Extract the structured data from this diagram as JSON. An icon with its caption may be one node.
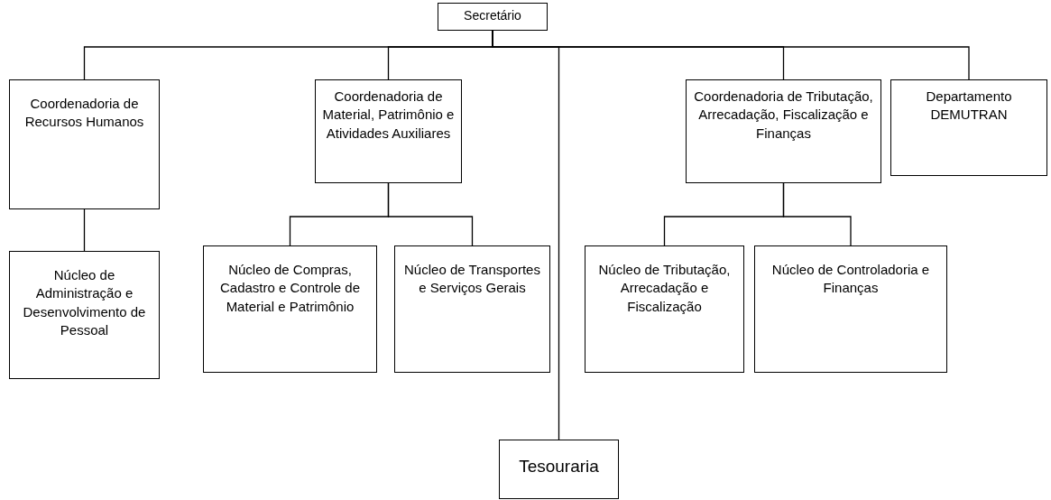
{
  "diagram": {
    "nodes": [
      {
        "text": [
          "Secretário"
        ]
      },
      {
        "text": [
          "Coordenadoria de Recursos Humanos"
        ]
      },
      {
        "text": [
          "Coordenadoria de Material, Patrimônio e Atividades Auxiliares"
        ]
      },
      {
        "text": [
          "Coordenadoria de Tributação, Arrecadação, Fiscalização e Finanças"
        ]
      },
      {
        "text": [
          "Departamento DEMUTRAN"
        ]
      },
      {
        "text": [
          "Núcleo de Administração e Desenvolvimento de Pessoal"
        ]
      },
      {
        "text": [
          "Núcleo de Compras, Cadastro e Controle de Material e Patrimônio"
        ]
      },
      {
        "text": [
          "Núcleo de Transportes e Serviços Gerais"
        ]
      },
      {
        "text": [
          "Núcleo de Tributação, Arrecadação e Fiscalização"
        ]
      },
      {
        "text": [
          "Núcleo de Controladoria e Finanças"
        ]
      },
      {
        "text": [
          "Tesouraria"
        ]
      }
    ],
    "edges": [
      {
        "from": 0,
        "to": 1,
        "arrow": "none"
      },
      {
        "from": 0,
        "to": 2,
        "arrow": "none"
      },
      {
        "from": 0,
        "to": 3,
        "arrow": "none"
      },
      {
        "from": 0,
        "to": 4,
        "arrow": "none"
      },
      {
        "from": 0,
        "to": 10,
        "arrow": "none"
      },
      {
        "from": 1,
        "to": 5,
        "arrow": "none"
      },
      {
        "from": 2,
        "to": 6,
        "arrow": "none"
      },
      {
        "from": 2,
        "to": 7,
        "arrow": "none"
      },
      {
        "from": 3,
        "to": 8,
        "arrow": "none"
      },
      {
        "from": 3,
        "to": 9,
        "arrow": "none"
      }
    ]
  }
}
